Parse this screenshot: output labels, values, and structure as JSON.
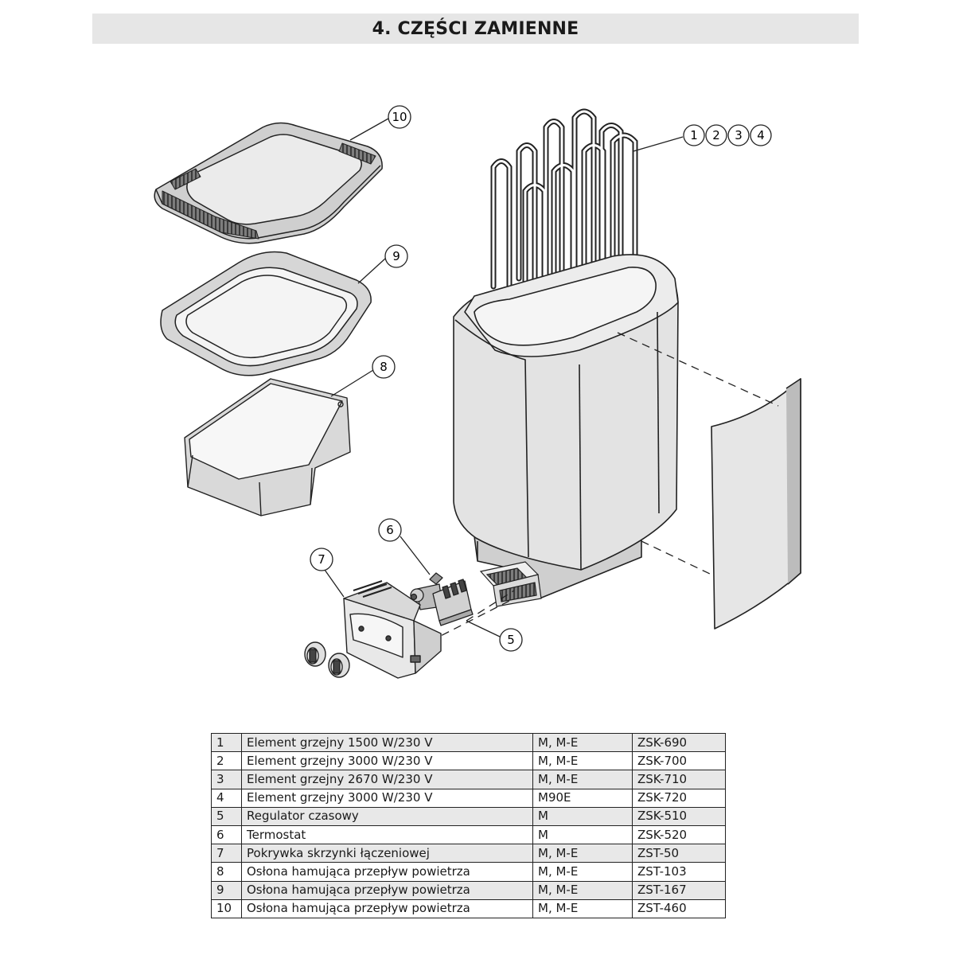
{
  "header": {
    "title": "4. CZĘŚCI ZAMIENNE"
  },
  "callouts": {
    "c1": "1",
    "c2": "2",
    "c3": "3",
    "c4": "4",
    "c5": "5",
    "c6": "6",
    "c7": "7",
    "c8": "8",
    "c9": "9",
    "c10": "10"
  },
  "parts": [
    {
      "no": "1",
      "name": "Element grzejny 1500 W/230 V",
      "models": "M, M-E",
      "code": "ZSK-690"
    },
    {
      "no": "2",
      "name": "Element grzejny 3000 W/230 V",
      "models": "M, M-E",
      "code": "ZSK-700"
    },
    {
      "no": "3",
      "name": "Element grzejny 2670 W/230 V",
      "models": "M, M-E",
      "code": "ZSK-710"
    },
    {
      "no": "4",
      "name": "Element grzejny 3000 W/230 V",
      "models": "M90E",
      "code": "ZSK-720"
    },
    {
      "no": "5",
      "name": "Regulator czasowy",
      "models": "M",
      "code": "ZSK-510"
    },
    {
      "no": "6",
      "name": "Termostat",
      "models": "M",
      "code": "ZSK-520"
    },
    {
      "no": "7",
      "name": "Pokrywka skrzynki łączeniowej",
      "models": "M, M-E",
      "code": "ZST-50"
    },
    {
      "no": "8",
      "name": "Osłona hamująca przepływ powietrza",
      "models": "M, M-E",
      "code": "ZST-103"
    },
    {
      "no": "9",
      "name": "Osłona hamująca przepływ powietrza",
      "models": "M, M-E",
      "code": "ZST-167"
    },
    {
      "no": "10",
      "name": "Osłona hamująca przepływ powietrza",
      "models": "M, M-E",
      "code": "ZST-460"
    }
  ]
}
